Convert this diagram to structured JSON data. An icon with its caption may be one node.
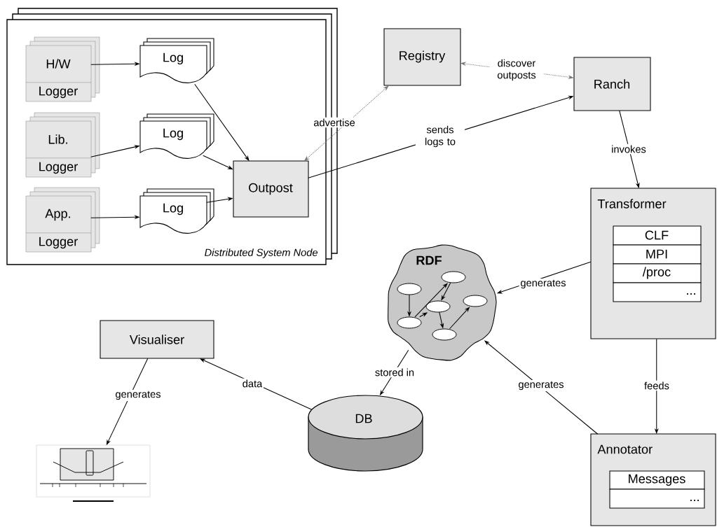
{
  "diagram": {
    "nodes": [
      {
        "text": [
          "Distributed System Node"
        ]
      },
      {
        "text": [
          "H/W",
          "Logger"
        ],
        "in": 0
      },
      {
        "text": [
          "Lib.",
          "Logger"
        ],
        "in": 0
      },
      {
        "text": [
          "App.",
          "Logger"
        ],
        "in": 0
      },
      {
        "text": [
          "Log"
        ],
        "in": 0
      },
      {
        "text": [
          "Log"
        ],
        "in": 0
      },
      {
        "text": [
          "Log"
        ],
        "in": 0
      },
      {
        "text": [
          "Outpost"
        ],
        "in": 0
      },
      {
        "text": [
          "Registry"
        ]
      },
      {
        "text": [
          "Ranch"
        ]
      },
      {
        "text": [
          "Transformer"
        ]
      },
      {
        "text": [
          "CLF"
        ],
        "in": 10
      },
      {
        "text": [
          "MPI"
        ],
        "in": 10
      },
      {
        "text": [
          "/proc"
        ],
        "in": 10
      },
      {
        "text": [
          "..."
        ],
        "in": 10
      },
      {
        "text": [
          "RDF"
        ]
      },
      {
        "text": [],
        "shape": "ellipse",
        "in": 15
      },
      {
        "text": [],
        "shape": "ellipse",
        "in": 15
      },
      {
        "text": [],
        "shape": "ellipse",
        "in": 15
      },
      {
        "text": [],
        "shape": "ellipse",
        "in": 15
      },
      {
        "text": [],
        "shape": "ellipse",
        "in": 15
      },
      {
        "text": [],
        "shape": "ellipse",
        "in": 15
      },
      {
        "text": [
          "Visualiser"
        ]
      },
      {
        "text": [
          "DB"
        ]
      },
      {
        "text": [],
        "shape": "picture"
      },
      {
        "text": [
          "Annotator"
        ]
      },
      {
        "text": [
          "Messages"
        ],
        "in": 25
      },
      {
        "text": [
          "..."
        ],
        "in": 25
      }
    ],
    "edges": [
      {
        "from": 1,
        "to": 4,
        "arrow": "to"
      },
      {
        "from": 2,
        "to": 5,
        "arrow": "to"
      },
      {
        "from": 3,
        "to": 6,
        "arrow": "to"
      },
      {
        "from": 4,
        "to": 7,
        "arrow": "to"
      },
      {
        "from": 5,
        "to": 7,
        "arrow": "to"
      },
      {
        "from": 6,
        "to": 7,
        "arrow": "to"
      },
      {
        "from": 7,
        "to": 8,
        "arrow": "both",
        "label": "advertise",
        "style": "dashed",
        "color": "#777777"
      },
      {
        "from": 8,
        "to": 9,
        "arrow": "both",
        "label": "discover outposts",
        "style": "dashed",
        "color": "#777777"
      },
      {
        "from": 7,
        "to": 9,
        "arrow": "to",
        "label": "sends logs to"
      },
      {
        "from": 9,
        "to": 10,
        "arrow": "to",
        "label": "invokes"
      },
      {
        "from": 10,
        "to": 15,
        "arrow": "to",
        "label": "generates"
      },
      {
        "from": 10,
        "to": 25,
        "arrow": "to",
        "label": "feeds"
      },
      {
        "from": 25,
        "to": 15,
        "arrow": "to",
        "label": "generates"
      },
      {
        "from": 15,
        "to": 23,
        "arrow": "to",
        "label": "stored in"
      },
      {
        "from": 23,
        "to": 22,
        "arrow": "to",
        "label": "data"
      },
      {
        "from": 22,
        "to": 24,
        "arrow": "to",
        "label": "generates"
      },
      {
        "from": 16,
        "to": 20,
        "arrow": "to"
      },
      {
        "from": 20,
        "to": 17,
        "arrow": "to"
      },
      {
        "from": 20,
        "to": 18,
        "arrow": "to"
      },
      {
        "from": 17,
        "to": 18,
        "arrow": "to"
      },
      {
        "from": 18,
        "to": 21,
        "arrow": "to"
      },
      {
        "from": 21,
        "to": 19,
        "arrow": "to"
      }
    ]
  }
}
